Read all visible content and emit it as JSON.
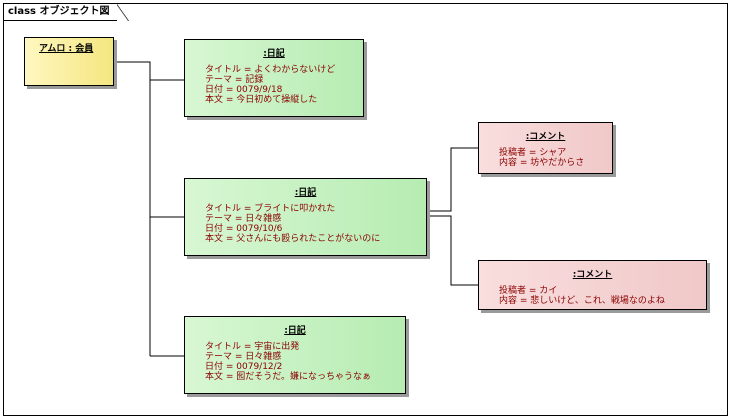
{
  "frame": {
    "label": "class オブジェクト図"
  },
  "user": {
    "title": "アムロ : 会員"
  },
  "diaries": [
    {
      "title": ":日記",
      "fields": [
        "タイトル = よくわからないけど",
        "テーマ = 記録",
        "日付 = 0079/9/18",
        "本文 = 今日初めて操縦した"
      ]
    },
    {
      "title": ":日記",
      "fields": [
        "タイトル = ブライトに叩かれた",
        "テーマ = 日々雑感",
        "日付 = 0079/10/6",
        "本文 = 父さんにも殴られたことがないのに"
      ]
    },
    {
      "title": ":日記",
      "fields": [
        "タイトル = 宇宙に出発",
        "テーマ = 日々雑感",
        "日付 = 0079/12/2",
        "本文 = 囮だそうだ。嫌になっちゃうなぁ"
      ]
    }
  ],
  "comments": [
    {
      "title": ":コメント",
      "fields": [
        "投稿者 = シャア",
        "内容 = 坊やだからさ"
      ]
    },
    {
      "title": ":コメント",
      "fields": [
        "投稿者 = カイ",
        "内容 = 悲しいけど、これ、戦場なのよね"
      ]
    }
  ],
  "colors": {
    "diary": "#c2f0be",
    "comment": "#f5d2d2",
    "user": "#f8ee9a",
    "value_text": "#8b0000"
  }
}
